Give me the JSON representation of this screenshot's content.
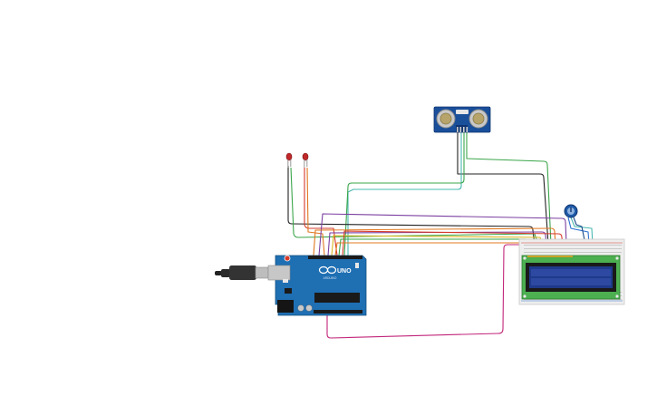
{
  "board": {
    "logo_text": "UNO",
    "maker_text": "ARDUINO"
  },
  "sensor": {
    "name": "ultrasonic-sensor"
  },
  "colors": {
    "board_blue": "#1f6fb3",
    "board_dark": "#15507f",
    "lcd_green": "#4caf50",
    "lcd_screen": "#1f3a8a",
    "wire_black": "#222222",
    "wire_green": "#3aa54a",
    "wire_teal": "#4bb8b0",
    "wire_purple": "#7b3fa0",
    "wire_orange": "#e0781f",
    "wire_red": "#d63a2a",
    "wire_magenta": "#c2257a",
    "wire_yellow": "#d8b51e",
    "wire_blue": "#2c6fd1"
  }
}
